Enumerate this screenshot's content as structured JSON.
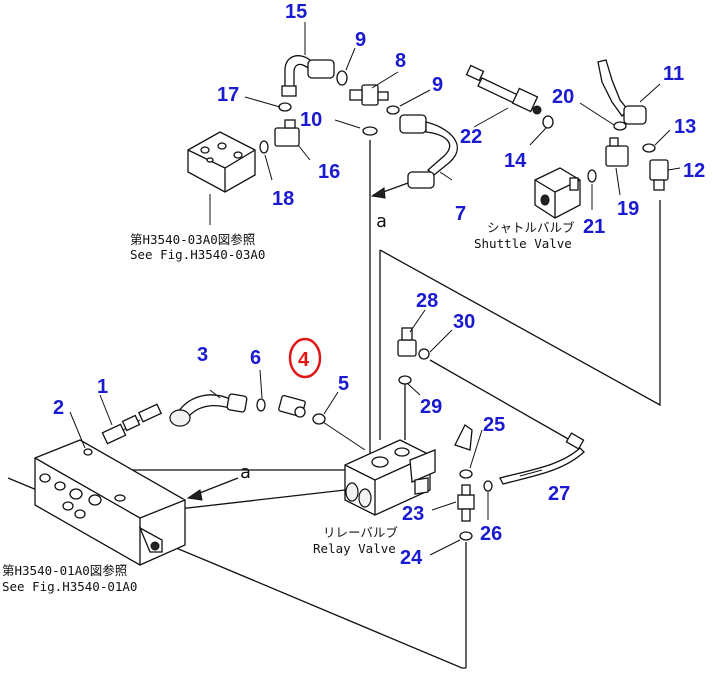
{
  "callouts": [
    {
      "id": "1",
      "label": "1"
    },
    {
      "id": "2",
      "label": "2"
    },
    {
      "id": "3",
      "label": "3"
    },
    {
      "id": "4",
      "label": "4",
      "highlighted": true
    },
    {
      "id": "5",
      "label": "5"
    },
    {
      "id": "6",
      "label": "6"
    },
    {
      "id": "7",
      "label": "7"
    },
    {
      "id": "8",
      "label": "8"
    },
    {
      "id": "9a",
      "label": "9"
    },
    {
      "id": "9b",
      "label": "9"
    },
    {
      "id": "10",
      "label": "10"
    },
    {
      "id": "11",
      "label": "11"
    },
    {
      "id": "12",
      "label": "12"
    },
    {
      "id": "13",
      "label": "13"
    },
    {
      "id": "14",
      "label": "14"
    },
    {
      "id": "15",
      "label": "15"
    },
    {
      "id": "16",
      "label": "16"
    },
    {
      "id": "17",
      "label": "17"
    },
    {
      "id": "18",
      "label": "18"
    },
    {
      "id": "19",
      "label": "19"
    },
    {
      "id": "20",
      "label": "20"
    },
    {
      "id": "21",
      "label": "21"
    },
    {
      "id": "22",
      "label": "22"
    },
    {
      "id": "23",
      "label": "23"
    },
    {
      "id": "24",
      "label": "24"
    },
    {
      "id": "25",
      "label": "25"
    },
    {
      "id": "26",
      "label": "26"
    },
    {
      "id": "27",
      "label": "27"
    },
    {
      "id": "28",
      "label": "28"
    },
    {
      "id": "29",
      "label": "29"
    },
    {
      "id": "30",
      "label": "30"
    }
  ],
  "references": {
    "fig03_jp": "第H3540-03A0図参照",
    "fig03_en": "See Fig.H3540-03A0",
    "fig01_jp": "第H3540-01A0図参照",
    "fig01_en": "See Fig.H3540-01A0",
    "shuttle_jp": "シャトルバルブ",
    "shuttle_en": "Shuttle Valve",
    "relay_jp": "リレーバルブ",
    "relay_en": "Relay Valve",
    "marker_a": "a"
  },
  "colors": {
    "callout": "#1a1ad0",
    "highlight": "#e01818",
    "line": "#111111"
  }
}
